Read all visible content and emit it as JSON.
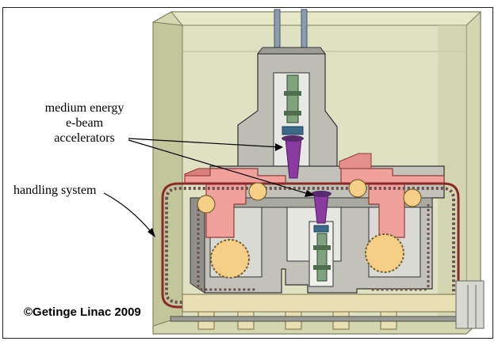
{
  "labels": {
    "accel_line1": "medium energy",
    "accel_line2": "e-beam",
    "accel_line3": "accelerators",
    "handling": "handling system",
    "copyright": "©Getinge Linac 2009"
  },
  "colors": {
    "shielding": "#c9c9c2",
    "housing": "#d9dbb8",
    "housing_dark": "#b8bc8f",
    "turret": "#f2a4a0",
    "beam_cone": "#8a3aa0",
    "conveyor": "#8a2a2a",
    "roller": "#f4cf85"
  }
}
